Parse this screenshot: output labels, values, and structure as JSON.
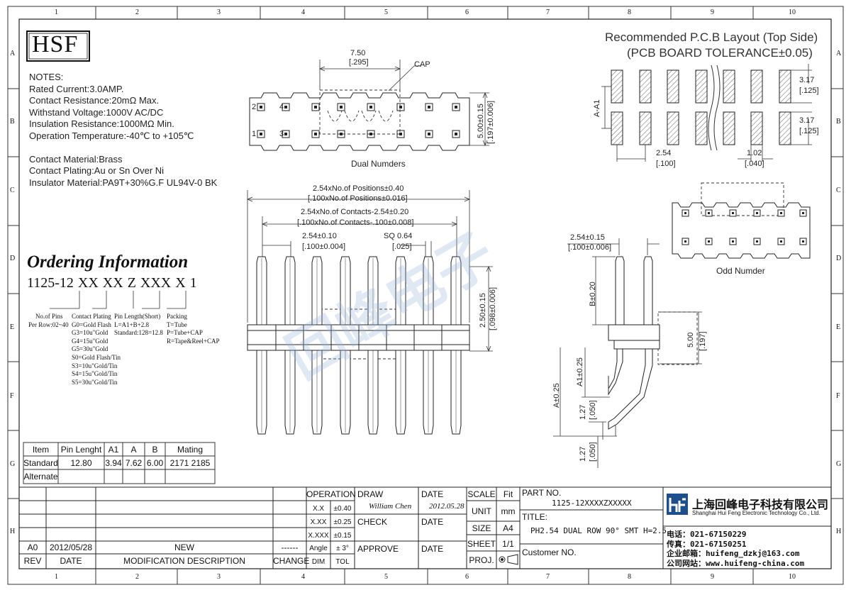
{
  "border": {
    "columns": [
      "1",
      "2",
      "3",
      "4",
      "5",
      "6",
      "7",
      "8",
      "9",
      "10"
    ],
    "rows": [
      "A",
      "B",
      "C",
      "D",
      "E",
      "F",
      "G",
      "H"
    ]
  },
  "logo": "HSF",
  "notes": {
    "heading": "NOTES:",
    "lines": [
      "Rated Current:3.0AMP.",
      "Contact Resistance:20mΩ Max.",
      "Withstand Voltage:1000V AC/DC",
      "Insulation Resistance:1000MΩ Min.",
      "Operation Temperature:-40℃ to +105℃",
      "",
      "Contact Material:Brass",
      "Contact Plating:Au or Sn Over Ni",
      "Insulator Material:PA9T+30%G.F UL94V-0 BK"
    ]
  },
  "ordering": {
    "title": "Ordering Information",
    "code": "1125-12 XX XX Z XXX X 1",
    "pins": [
      "No.of Pins",
      "Per Row:02~40"
    ],
    "plating": [
      "Contact Plating",
      "G0=Gold Flash",
      "G3=10u\"Gold",
      "G4=15u\"Gold",
      "G5=30u\"Gold",
      "S0=Gold Flash/Tin",
      "S3=10u\"Gold/Tin",
      "S4=15u\"Gold/Tin",
      "S5=30u\"Gold/Tin"
    ],
    "length": [
      "Pin Length(Short)",
      "L=A1+B+2.8",
      "Standard:128=12.8"
    ],
    "packing": [
      "Packing",
      "T=Tube",
      "P=Tube+CAP",
      "R=Tape&Reel+CAP"
    ]
  },
  "spec_table": {
    "headers": [
      "Item",
      "Pin Lenght",
      "A1",
      "A",
      "B",
      "Mating"
    ],
    "rows": [
      [
        "Standard",
        "12.80",
        "3.94",
        "7.62",
        "6.00",
        "2171 2185"
      ],
      [
        "Alternate",
        "",
        "",
        "",
        "",
        ""
      ]
    ]
  },
  "top_view": {
    "dim_width": "7.50",
    "dim_width_in": "[.295]",
    "cap": "CAP",
    "dim_height": "5.00±0.15",
    "dim_height_in": "[.197±0.006]",
    "pin_labels": [
      "2",
      "4",
      "1",
      "3"
    ],
    "caption": "Dual Numders"
  },
  "pcb": {
    "title": "Recommended P.C.B Layout (Top Side)",
    "subtitle": "(PCB BOARD TOLERANCE±0.05)",
    "aa1": "A-A1",
    "pitch_top": "3.17",
    "pitch_top_in": "[.125]",
    "pitch_bot": "3.17",
    "pitch_bot_in": "[.125]",
    "pitch": "2.54",
    "pitch_in": "[.100]",
    "pad": "1.02",
    "pad_in": "[.040]"
  },
  "odd_view": {
    "caption": "Odd Numder"
  },
  "front_view": {
    "positions": "2.54xNo.of Positions±0.40",
    "positions_in": "[.100xNo.of Positions±0.016]",
    "contacts": "2.54xNo.of Contacts-2.54±0.20",
    "contacts_in": "[.100xNo.of Contacts-.100±0.008]",
    "pitch": "2.54±0.10",
    "pitch_in": "[.100±0.004]",
    "sq": "SQ 0.64",
    "sq_in": "[.025]",
    "height": "2.50±0.15",
    "height_in": "[.098±0.006]"
  },
  "side_view": {
    "pitch": "2.54±0.15",
    "pitch_in": "[.100±0.006]",
    "b": "B±0.20",
    "h": "5.00",
    "h_in": "[.197]",
    "a1": "A1±0.25",
    "a": "A±0.25",
    "d127a": "1.27",
    "d127a_in": "[.050]",
    "d127b": "1.27",
    "d127b_in": "[.050]"
  },
  "watermark": "回峰电子",
  "title_block": {
    "revisions": {
      "rev": "A0",
      "date": "2012/05/28",
      "desc": "NEW",
      "change": "------",
      "h_rev": "REV",
      "h_date": "DATE",
      "h_desc": "MODIFICATION  DESCRIPTION",
      "h_change": "CHANGE"
    },
    "operation": "OPERATION",
    "tol": [
      [
        "X.X",
        "±0.40"
      ],
      [
        "X.XX",
        "±0.25"
      ],
      [
        "X.XXX",
        "±0.15"
      ],
      [
        "Angle",
        "± 3°"
      ]
    ],
    "dim": "DIM",
    "tol_label": "TOL",
    "draw": "DRAW",
    "drawer": "William Chen",
    "date_label": "DATE",
    "draw_date": "2012.05.28",
    "check": "CHECK",
    "approve": "APPROVE",
    "scale": "SCALE",
    "scale_val": "Fit",
    "unit": "UNIT",
    "unit_val": "mm",
    "size": "SIZE",
    "size_val": "A4",
    "sheet": "SHEET",
    "sheet_val": "1/1",
    "proj": "PROJ.",
    "part_no_label": "PART NO.",
    "part_no": "1125-12XXXXZXXXXX",
    "title_label": "TITLE:",
    "title": "PH2.54 DUAL ROW 90° SMT H=2.5",
    "customer": "Customer NO.",
    "company_cn": "上海回峰电子科技有限公司",
    "company_en": "Shanghai Hui Feng Electronic Technology Co., Ltd.",
    "contacts": [
      "电话：021-67150229",
      "传真：021-67150251",
      "企业邮箱：huifeng_dzkj@163.com",
      "公司网站：www.huifeng-china.com"
    ]
  }
}
